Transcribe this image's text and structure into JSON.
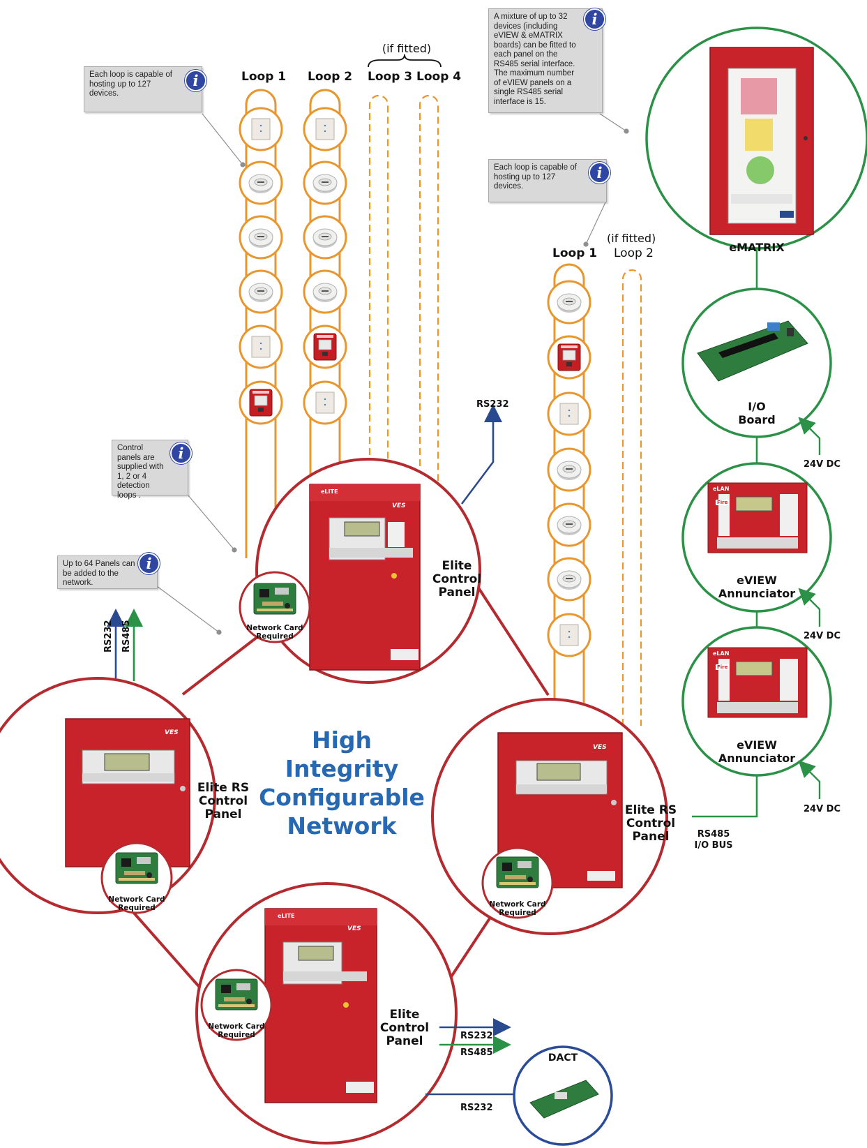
{
  "headline": [
    "High",
    "Integrity",
    "Configurable",
    "Network"
  ],
  "loops_left": {
    "fitted_note": "(if fitted)",
    "labels": [
      "Loop 1",
      "Loop 2",
      "Loop 3",
      "Loop 4"
    ]
  },
  "loops_right": {
    "fitted_note": "(if fitted)",
    "labels": [
      "Loop 1",
      "Loop 2"
    ]
  },
  "notes": {
    "loop_capacity_left": "Each loop is capable of hosting up to 127 devices.",
    "rs485_mixture": "A mixture of up to 32 devices (including eVIEW & eMATRIX boards) can be fitted to each panel on the RS485 serial interface. The maximum number of eVIEW panels on a single RS485 serial interface is 15.",
    "loop_capacity_right": "Each loop is capable of hosting up to 127 devices.",
    "loops_supplied": "Control panels are supplied with 1, 2 or 4 detection loops .",
    "panels_network": "Up to 64 Panels can be added to the network."
  },
  "panels": {
    "top": [
      "Elite",
      "Control",
      "Panel"
    ],
    "left": [
      "Elite RS",
      "Control",
      "Panel"
    ],
    "right": [
      "Elite RS",
      "Control",
      "Panel"
    ],
    "bottom": [
      "Elite",
      "Control",
      "Panel"
    ]
  },
  "network_card": [
    "Network Card",
    "Required"
  ],
  "devices": {
    "ematrix": "eMATRIX",
    "io_board": [
      "I/O",
      "Board"
    ],
    "eview_1": [
      "eVIEW",
      "Annunciator"
    ],
    "eview_2": [
      "eVIEW",
      "Annunciator"
    ],
    "dact": "DACT"
  },
  "panel_brand": {
    "elite": "eLITE",
    "elan": "eLAN",
    "ves": "VES",
    "fire": "Fire"
  },
  "signals": {
    "rs232": "RS232",
    "rs485": "RS485",
    "power": "24V DC",
    "rs485_io_bus": [
      "RS485",
      "I/O BUS"
    ]
  },
  "colors": {
    "loop_orange": "#e8962e",
    "panel_ring": "#b52a2f",
    "green_ring": "#2b9147",
    "rs232_blue": "#2a4a8f",
    "rs485_green": "#2b9147",
    "headline_blue": "#2768b3",
    "info_blue": "#2f47a3",
    "dact_ring": "#2a4a9a"
  }
}
